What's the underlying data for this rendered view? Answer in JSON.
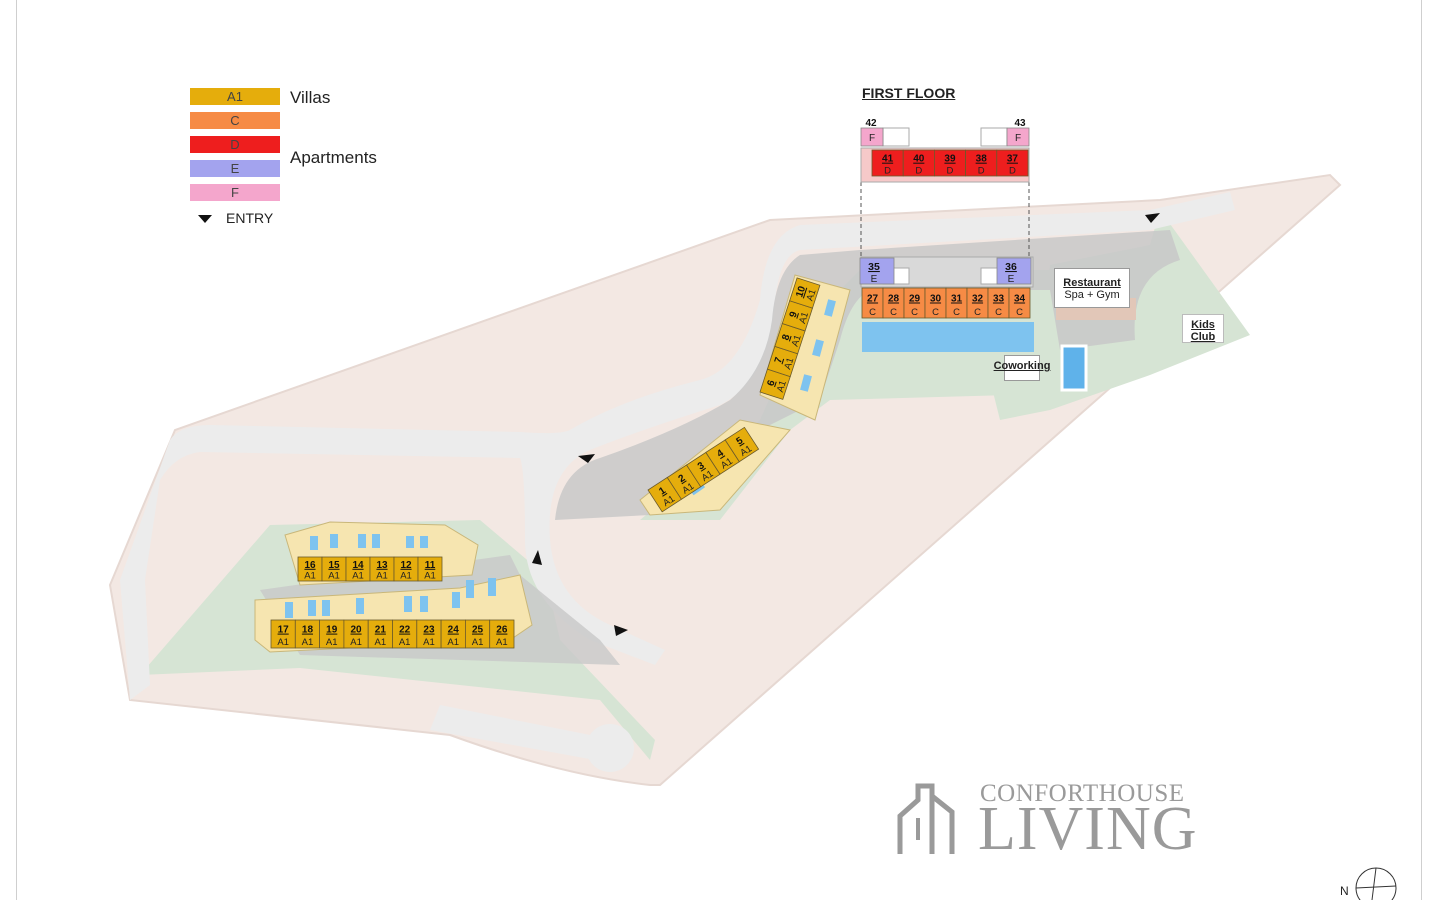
{
  "legend": {
    "items": [
      {
        "code": "A1",
        "color": "#e5ad0c"
      },
      {
        "code": "C",
        "color": "#f68b45"
      },
      {
        "code": "D",
        "color": "#ee1e1e"
      },
      {
        "code": "E",
        "color": "#a3a3ee"
      },
      {
        "code": "F",
        "color": "#f4a6cc"
      }
    ],
    "villas_label": "Villas",
    "apartments_label": "Apartments",
    "entry_label": "ENTRY"
  },
  "first_floor": {
    "title": "FIRST FLOOR",
    "corner_units": [
      {
        "num": "42",
        "type": "F"
      },
      {
        "num": "43",
        "type": "F"
      }
    ],
    "units": [
      {
        "num": "41",
        "type": "D"
      },
      {
        "num": "40",
        "type": "D"
      },
      {
        "num": "39",
        "type": "D"
      },
      {
        "num": "38",
        "type": "D"
      },
      {
        "num": "37",
        "type": "D"
      }
    ]
  },
  "ground_floor": {
    "corner_units": [
      {
        "num": "35",
        "type": "E"
      },
      {
        "num": "36",
        "type": "E"
      }
    ],
    "units": [
      {
        "num": "27",
        "type": "C"
      },
      {
        "num": "28",
        "type": "C"
      },
      {
        "num": "29",
        "type": "C"
      },
      {
        "num": "30",
        "type": "C"
      },
      {
        "num": "31",
        "type": "C"
      },
      {
        "num": "32",
        "type": "C"
      },
      {
        "num": "33",
        "type": "C"
      },
      {
        "num": "34",
        "type": "C"
      }
    ]
  },
  "villas": {
    "row_1_5": [
      {
        "num": "1",
        "type": "A1"
      },
      {
        "num": "2",
        "type": "A1"
      },
      {
        "num": "3",
        "type": "A1"
      },
      {
        "num": "4",
        "type": "A1"
      },
      {
        "num": "5",
        "type": "A1"
      }
    ],
    "row_6_10": [
      {
        "num": "6",
        "type": "A1"
      },
      {
        "num": "7",
        "type": "A1"
      },
      {
        "num": "8",
        "type": "A1"
      },
      {
        "num": "9",
        "type": "A1"
      },
      {
        "num": "10",
        "type": "A1"
      }
    ],
    "row_16_11": [
      {
        "num": "16",
        "type": "A1"
      },
      {
        "num": "15",
        "type": "A1"
      },
      {
        "num": "14",
        "type": "A1"
      },
      {
        "num": "13",
        "type": "A1"
      },
      {
        "num": "12",
        "type": "A1"
      },
      {
        "num": "11",
        "type": "A1"
      }
    ],
    "row_17_26": [
      {
        "num": "17",
        "type": "A1"
      },
      {
        "num": "18",
        "type": "A1"
      },
      {
        "num": "19",
        "type": "A1"
      },
      {
        "num": "20",
        "type": "A1"
      },
      {
        "num": "21",
        "type": "A1"
      },
      {
        "num": "22",
        "type": "A1"
      },
      {
        "num": "23",
        "type": "A1"
      },
      {
        "num": "24",
        "type": "A1"
      },
      {
        "num": "25",
        "type": "A1"
      },
      {
        "num": "26",
        "type": "A1"
      }
    ]
  },
  "amenities": {
    "restaurant": "Restaurant",
    "spa_gym": "Spa + Gym",
    "kids_club": "Kids Club",
    "coworking": "Coworking"
  },
  "brand": {
    "top": "CONFORTHOUSE",
    "bottom": "LIVING"
  },
  "compass": {
    "north": "N"
  },
  "colors": {
    "site": "#f3e8e3",
    "road": "#ececec",
    "green": "#d6e4d4",
    "plot": "#f6e5b0",
    "pool": "#7ec3ef",
    "parking": "#c8c8c8"
  }
}
